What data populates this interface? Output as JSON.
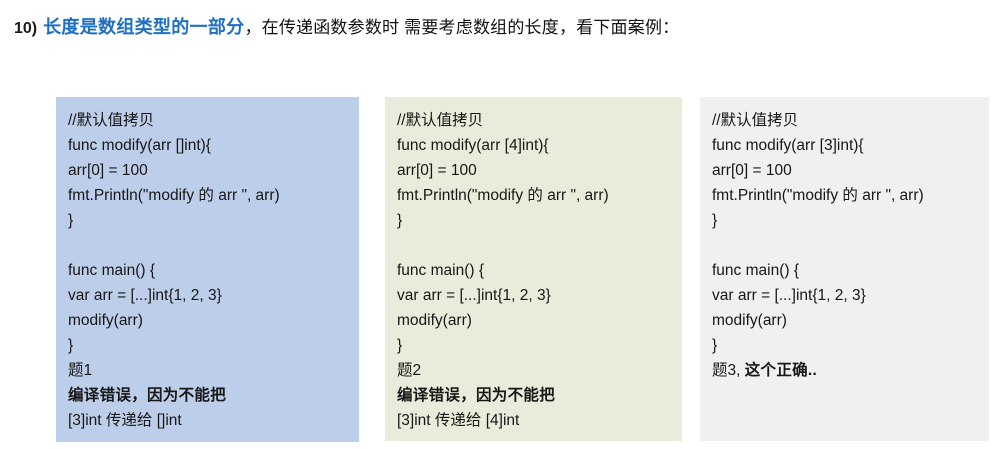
{
  "header": {
    "number": "10)",
    "blue_text": "长度是数组类型的一部分",
    "black_text": "，在传递函数参数时 需要考虑数组的长度，看下面案例：",
    "blue_color": "#1f6fc4",
    "black_color": "#111111"
  },
  "panels": [
    {
      "name": "panel-1",
      "background": "#bccee9",
      "lines": [
        {
          "text": "//默认值拷贝",
          "bold": false
        },
        {
          "text": "func modify(arr []int){",
          "bold": false
        },
        {
          "text": "arr[0] = 100",
          "bold": false
        },
        {
          "text": "fmt.Println(\"modify 的 arr \", arr)",
          "bold": false
        },
        {
          "text": "}",
          "bold": false
        },
        {
          "text": "",
          "bold": false
        },
        {
          "text": "func main() {",
          "bold": false
        },
        {
          "text": "var arr = [...]int{1, 2, 3}",
          "bold": false
        },
        {
          "text": "modify(arr)",
          "bold": false
        },
        {
          "text": "}",
          "bold": false
        },
        {
          "text": "题1",
          "bold": false
        },
        {
          "text": "编译错误，因为不能把",
          "bold": true
        },
        {
          "text": "[3]int 传递给 []int",
          "bold": false
        }
      ]
    },
    {
      "name": "panel-2",
      "background": "#e9ecda",
      "lines": [
        {
          "text": "//默认值拷贝",
          "bold": false
        },
        {
          "text": "func modify(arr [4]int){",
          "bold": false
        },
        {
          "text": "arr[0] = 100",
          "bold": false
        },
        {
          "text": "fmt.Println(\"modify 的 arr \", arr)",
          "bold": false
        },
        {
          "text": "}",
          "bold": false
        },
        {
          "text": "",
          "bold": false
        },
        {
          "text": "func main() {",
          "bold": false
        },
        {
          "text": "var arr = [...]int{1, 2, 3}",
          "bold": false
        },
        {
          "text": "modify(arr)",
          "bold": false
        },
        {
          "text": "}",
          "bold": false
        },
        {
          "text": "题2",
          "bold": false
        },
        {
          "text": "编译错误，因为不能把",
          "bold": true
        },
        {
          "text": "[3]int 传递给 [4]int",
          "bold": false
        }
      ]
    },
    {
      "name": "panel-3",
      "background": "#f0f0ee",
      "lines": [
        {
          "text": "//默认值拷贝",
          "bold": false
        },
        {
          "text": "func modify(arr [3]int){",
          "bold": false
        },
        {
          "text": "arr[0] = 100",
          "bold": false
        },
        {
          "text": "fmt.Println(\"modify 的 arr \", arr)",
          "bold": false
        },
        {
          "text": "}",
          "bold": false
        },
        {
          "text": "",
          "bold": false
        },
        {
          "text": "func main() {",
          "bold": false
        },
        {
          "text": "var arr = [...]int{1, 2, 3}",
          "bold": false
        },
        {
          "text": "modify(arr)",
          "bold": false
        },
        {
          "text": "}",
          "bold": false
        },
        {
          "text": "题3, ",
          "bold": false,
          "bold_suffix": "这个正确.."
        }
      ]
    }
  ]
}
